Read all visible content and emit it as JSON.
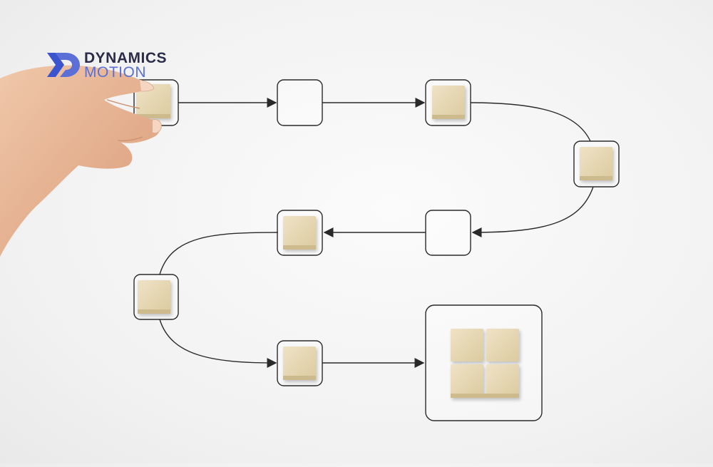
{
  "brand": {
    "line1": "DYNAMICS",
    "line2": "MOTION",
    "accent_color": "#4a63d8",
    "dark_color": "#2b2b4a"
  },
  "diagram": {
    "node_states": [
      {
        "id": "node-1",
        "filled": true
      },
      {
        "id": "node-2",
        "filled": false
      },
      {
        "id": "node-3",
        "filled": true
      },
      {
        "id": "node-4",
        "filled": true
      },
      {
        "id": "node-5",
        "filled": false
      },
      {
        "id": "node-6",
        "filled": true
      },
      {
        "id": "node-7",
        "filled": true
      },
      {
        "id": "node-8",
        "filled": true
      },
      {
        "id": "node-final",
        "filled": true,
        "block_count": 4
      }
    ],
    "block_color": "#e8d9b8",
    "line_color": "#2a2a2a"
  }
}
